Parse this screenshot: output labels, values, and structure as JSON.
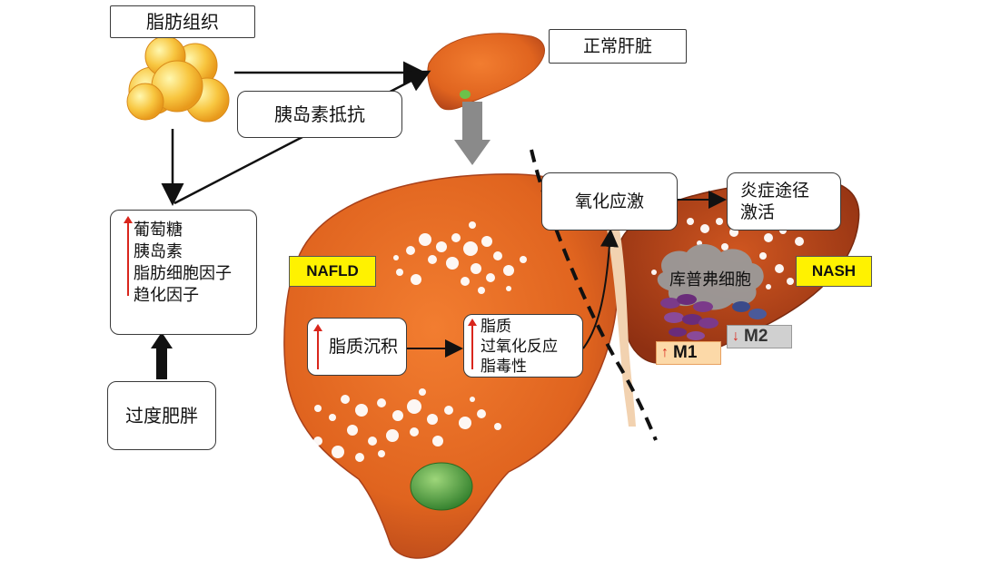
{
  "adipose": {
    "label": "脂肪组织"
  },
  "normal_liver": {
    "label": "正常肝脏"
  },
  "insulin_resistance": {
    "label": "胰岛素抵抗"
  },
  "factors": {
    "items": [
      "葡萄糖",
      "胰岛素",
      "脂肪细胞因子",
      "趋化因子"
    ]
  },
  "obesity": {
    "label": "过度肥胖"
  },
  "nafld": {
    "label": "NAFLD"
  },
  "nash": {
    "label": "NASH"
  },
  "lipid_deposit": {
    "label": "脂质沉积"
  },
  "lipid_effects": {
    "items": [
      "脂质",
      "过氧化反应",
      "脂毒性"
    ]
  },
  "oxidative_stress": {
    "label": "氧化应激"
  },
  "inflammation": {
    "lines": [
      "炎症途径",
      "激活"
    ]
  },
  "kupffer": {
    "label": "库普弗细胞"
  },
  "m1": {
    "label": "M1",
    "arrow": "↑"
  },
  "m2": {
    "label": "M2",
    "arrow": "↓"
  },
  "colors": {
    "liver": "#e0641f",
    "liver_dark": "#c04a14",
    "nash_liver": "#b8401a",
    "highlight": "#fff200",
    "arrow_red": "#d9261c",
    "gallbladder": "#4fa83a"
  }
}
